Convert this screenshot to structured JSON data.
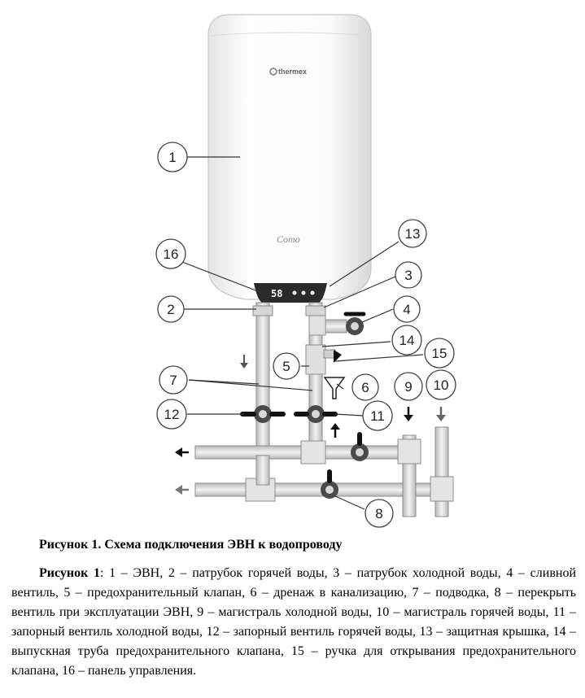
{
  "heater": {
    "brand": "thermex",
    "model": "Como",
    "display": "58"
  },
  "callouts": {
    "c1": "1",
    "c2": "2",
    "c3": "3",
    "c4": "4",
    "c5": "5",
    "c6": "6",
    "c7": "7",
    "c8": "8",
    "c9": "9",
    "c10": "10",
    "c11": "11",
    "c12": "12",
    "c13": "13",
    "c14": "14",
    "c15": "15",
    "c16": "16"
  },
  "caption": {
    "title": "Рисунок 1. Схема подключения ЭВН к водопроводу",
    "lead": "Рисунок 1",
    "text": ":  1 – ЭВН,   2 – патрубок горячей воды,   3 – патрубок холодной воды,   4 – сливной вентиль,  5  –  предохранительный клапан,  6  –  дренаж в канализацию, 7 – подводка, 8 – перекрыть вентиль при эксплуатации ЭВН, 9 – магистраль холодной воды, 10 – магистраль горячей воды, 11 – запорный вентиль холодной воды, 12 – запорный вентиль горячей воды, 13 – защитная крышка, 14 – выпускная труба предохранительного клапана, 15 – ручка для открывания предохранительного клапана, 16 – панель управления."
  }
}
